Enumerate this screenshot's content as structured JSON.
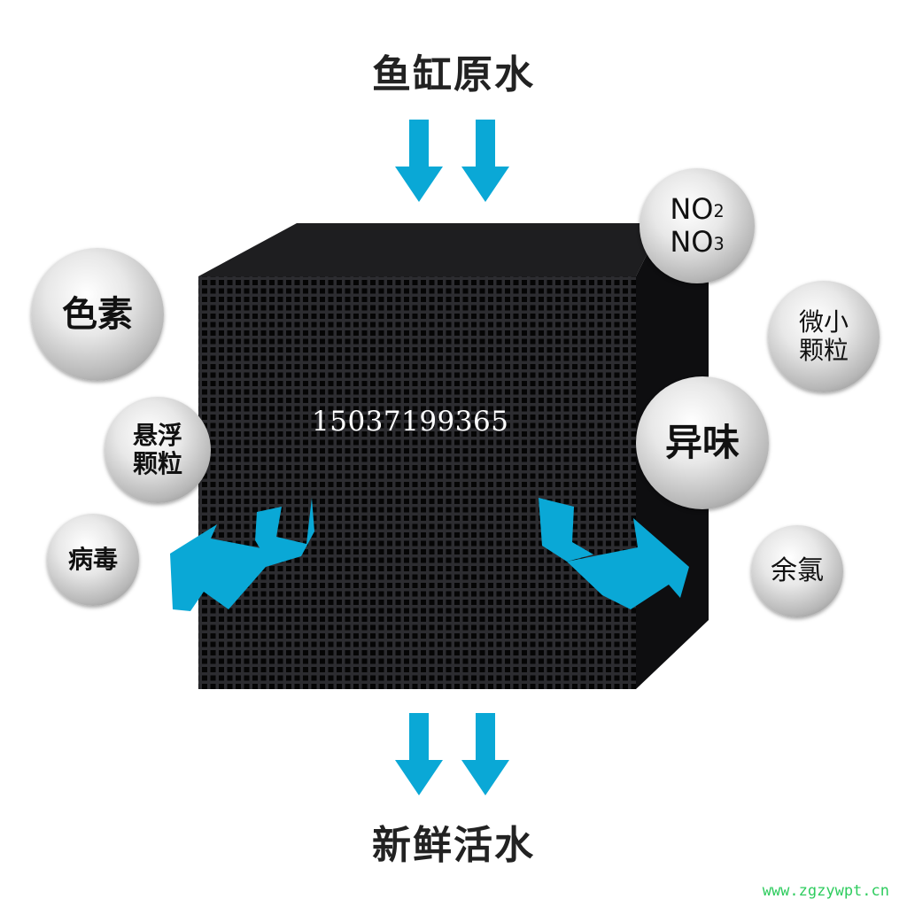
{
  "title_top": "鱼缸原水",
  "title_bottom": "新鲜活水",
  "phone": "15037199365",
  "bubbles": {
    "pigment": "色素",
    "suspended_1": "悬浮",
    "suspended_2": "颗粒",
    "virus": "病毒",
    "no2": "NO",
    "no2_sub": "2",
    "no3": "NO",
    "no3_sub": "3",
    "micro_1": "微小",
    "micro_2": "颗粒",
    "odor": "异味",
    "chlorine": "余氯"
  },
  "watermark": "www.zgzywpt.cn",
  "colors": {
    "arrow": "#0aa8d6",
    "cube": "#1a1a1c"
  }
}
